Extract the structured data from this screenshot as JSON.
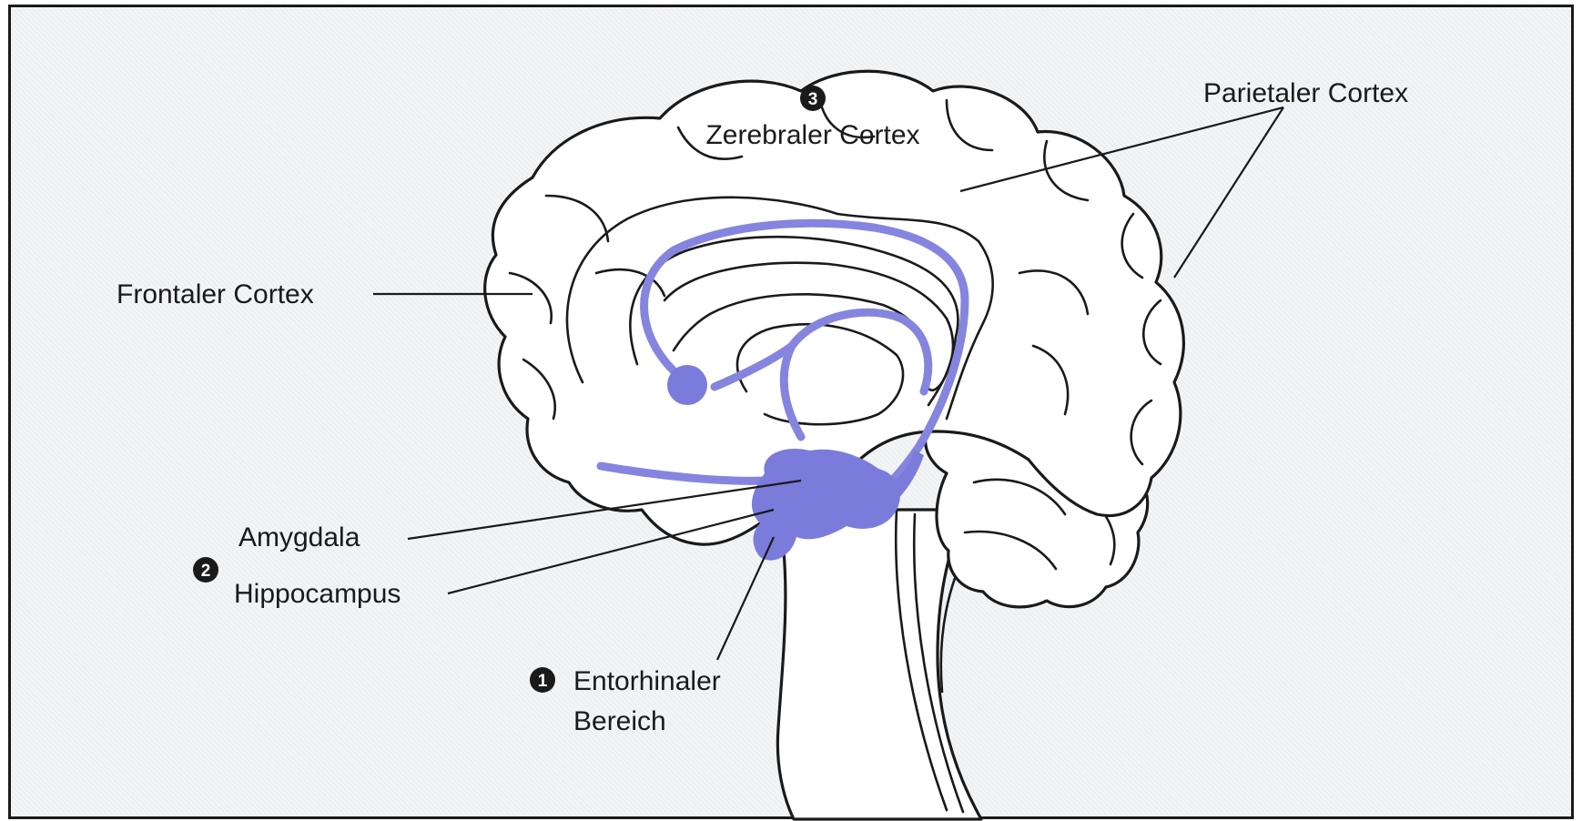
{
  "labels": {
    "cerebral_cortex": {
      "number": "3",
      "text": "Zerebraler Cortex"
    },
    "parietal_cortex": {
      "text": "Parietaler Cortex"
    },
    "frontal_cortex": {
      "text": "Frontaler Cortex"
    },
    "amygdala": {
      "text": "Amygdala"
    },
    "hippocampus": {
      "text": "Hippocampus"
    },
    "group_marker": {
      "number": "2"
    },
    "entorhinal": {
      "number": "1",
      "line1": "Entorhinaler",
      "line2": "Bereich"
    }
  },
  "colors": {
    "limbic_system": "#7b7bdc",
    "outline": "#1a1a1a",
    "background": "#f3f4f6"
  }
}
